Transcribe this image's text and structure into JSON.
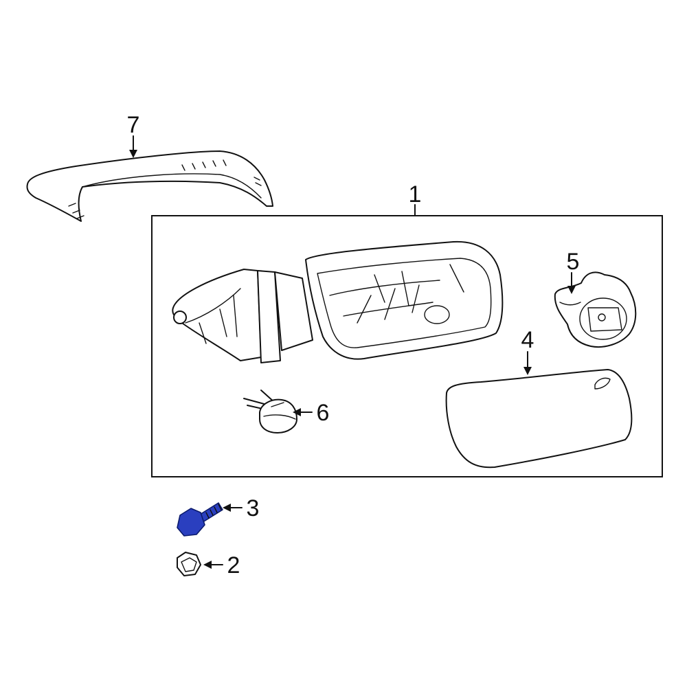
{
  "colors": {
    "line": "#111111",
    "background": "#ffffff",
    "highlight_fill": "#2a3fbf",
    "highlight_stroke": "#0b1a6b"
  },
  "callouts": {
    "mirror_assembly": "1",
    "nut": "2",
    "bolt": "3",
    "mirror_glass": "4",
    "motor": "5",
    "lamp": "6",
    "cover": "7"
  }
}
